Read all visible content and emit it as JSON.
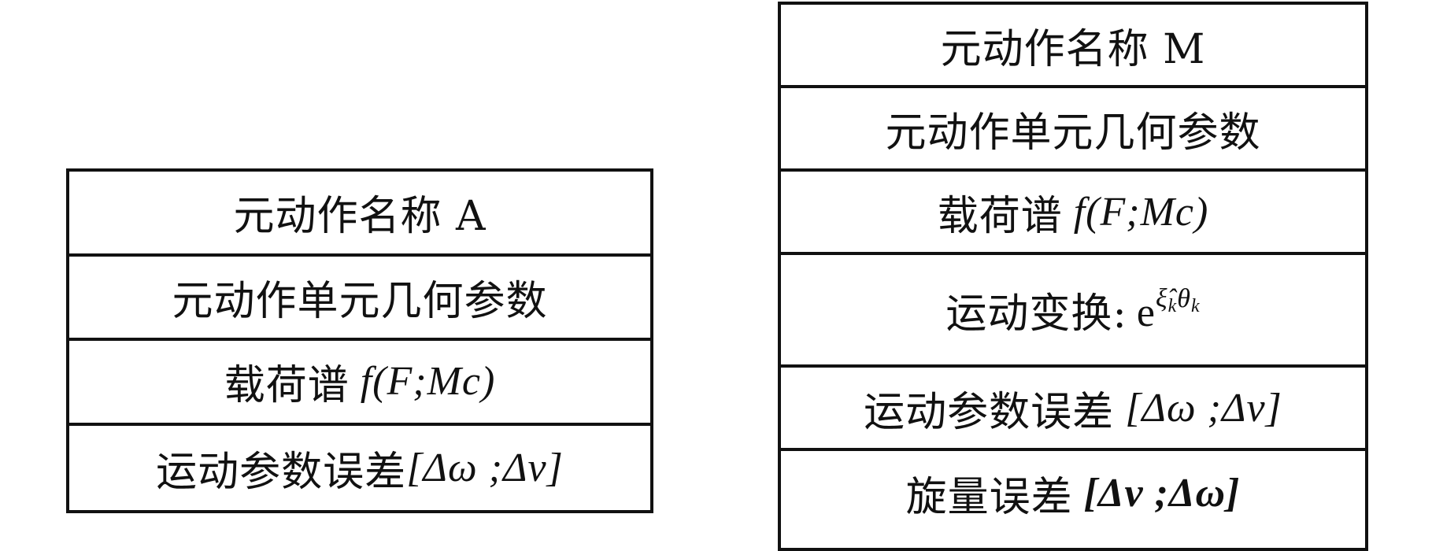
{
  "block_a": {
    "rows": [
      "元动作名称 A",
      "元动作单元几何参数",
      "载荷谱",
      "运动参数误差"
    ],
    "load_formula": "f(F;Mc)",
    "motion_error": "[Δω ;Δv]"
  },
  "block_m": {
    "rows": [
      "元动作名称 M",
      "元动作单元几何参数",
      "载荷谱",
      "运动变换:",
      "运动参数误差",
      "旋量误差"
    ],
    "load_formula": "f(F;Mc)",
    "transform_base": "e",
    "transform_exp": "ξ̂",
    "transform_sub1": "k",
    "transform_theta": "θ",
    "transform_sub2": "k",
    "motion_error": "[Δω ;Δv]",
    "screw_error": "[Δv ;Δω]"
  }
}
